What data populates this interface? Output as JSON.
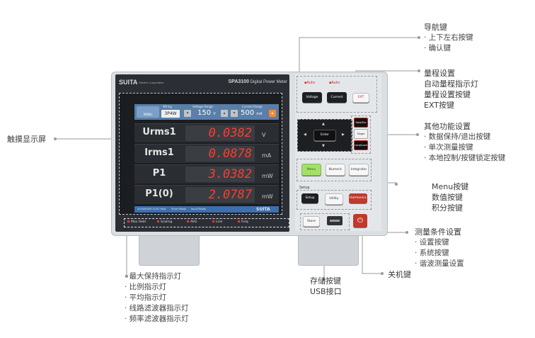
{
  "device": {
    "brand": "SUITA",
    "brand_sub": "Electric Corporation",
    "model": "SPA3100",
    "model_desc": "Digital Power Meter",
    "auto_left": "Auto",
    "auto_right": "Auto"
  },
  "screen": {
    "menu_btn": "MENU",
    "wiring_label": "Wiring",
    "wiring_value": "3P4W",
    "voltage_range_label": "Voltage Range",
    "voltage_value": "150",
    "voltage_unit": "V",
    "current_range_label": "Current Range",
    "current_value": "500",
    "current_unit": "mA",
    "rows": [
      {
        "label": "Urms1",
        "value": "0.0382",
        "unit": "V"
      },
      {
        "label": "Irms1",
        "value": "0.0878",
        "unit": "mA"
      },
      {
        "label": "P1",
        "value": "3.0382",
        "unit": "mW"
      },
      {
        "label": "P1(0)",
        "value": "2.0787",
        "unit": "mW"
      }
    ],
    "status_left": "2020/09/09 10:02 Hold",
    "status_mid": "Store Ready",
    "status_mid2": "Input Ready",
    "status_brand": "SUITA"
  },
  "indicators": [
    "Max Hold",
    "Scaling",
    "AVG",
    "Line",
    "Freq"
  ],
  "panel": {
    "voltage_btn": "Voltage",
    "current_btn": "Current",
    "ext_btn": "EXT",
    "enter_btn": "Enter",
    "hold_btn": "Hold/Esc",
    "single_btn": "Single",
    "local_btn": "Local/Lock",
    "menu_btn": "Menu",
    "numeric_btn": "Numeric",
    "integrator_btn": "Integrator",
    "setup_label": "Setup",
    "setup_btn": "Setup",
    "utility_btn": "Utility",
    "harmonics_btn": "Harmonics",
    "store_btn": "Store"
  },
  "callouts": {
    "nav": {
      "title": "导航键",
      "items": [
        "· 上下左右按键",
        "· 确认键"
      ]
    },
    "range": {
      "lines": [
        "量程设置",
        "自动量程指示灯",
        "量程设置按键",
        "EXT按键"
      ]
    },
    "other": {
      "title": "其他功能设置",
      "items": [
        "· 数据保持/退出按键",
        "· 单次测量按键",
        "· 本地控制/按键锁定按键"
      ]
    },
    "menu": {
      "lines": [
        "Menu按键",
        "数值按键",
        "积分按键"
      ]
    },
    "measure": {
      "title": "测量条件设置",
      "items": [
        "· 设置按键",
        "· 系统按键",
        "· 谐波测量设置"
      ]
    },
    "power": {
      "label": "关机键"
    },
    "store": {
      "lines": [
        "存储按键",
        "USB接口"
      ]
    },
    "touch": {
      "label": "触摸显示屏"
    },
    "leds": {
      "items": [
        "· 最大保持指示灯",
        "· 比例指示灯",
        "· 平均指示灯",
        "· 线路滤波器指示灯",
        "· 频率滤波器指示灯"
      ]
    }
  },
  "colors": {
    "accent_orange": "#f08a3a",
    "segment_red": "#ff3b30",
    "led_red": "#e53935",
    "menu_green": "#a5e06a"
  }
}
